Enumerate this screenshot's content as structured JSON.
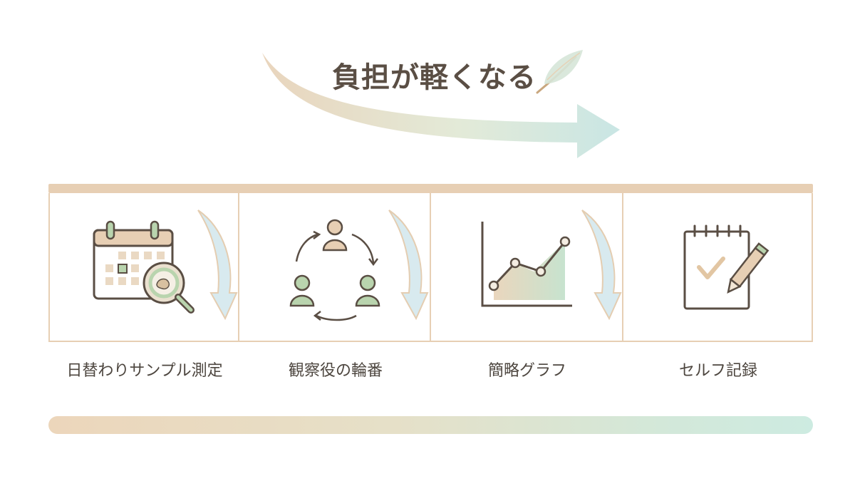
{
  "title": "負担が軽くなる",
  "steps": [
    {
      "label": "日替わりサンプル測定",
      "icon": "calendar-magnifier-icon"
    },
    {
      "label": "観察役の輪番",
      "icon": "rotation-people-icon"
    },
    {
      "label": "簡略グラフ",
      "icon": "line-chart-icon"
    },
    {
      "label": "セルフ記録",
      "icon": "checklist-pencil-icon"
    }
  ],
  "colors": {
    "beige": "#e7cfb4",
    "green": "#b9d4ae",
    "mint": "#cdebe4",
    "brown_outline": "#5a4e44",
    "light_blue": "#cfe6ec"
  }
}
